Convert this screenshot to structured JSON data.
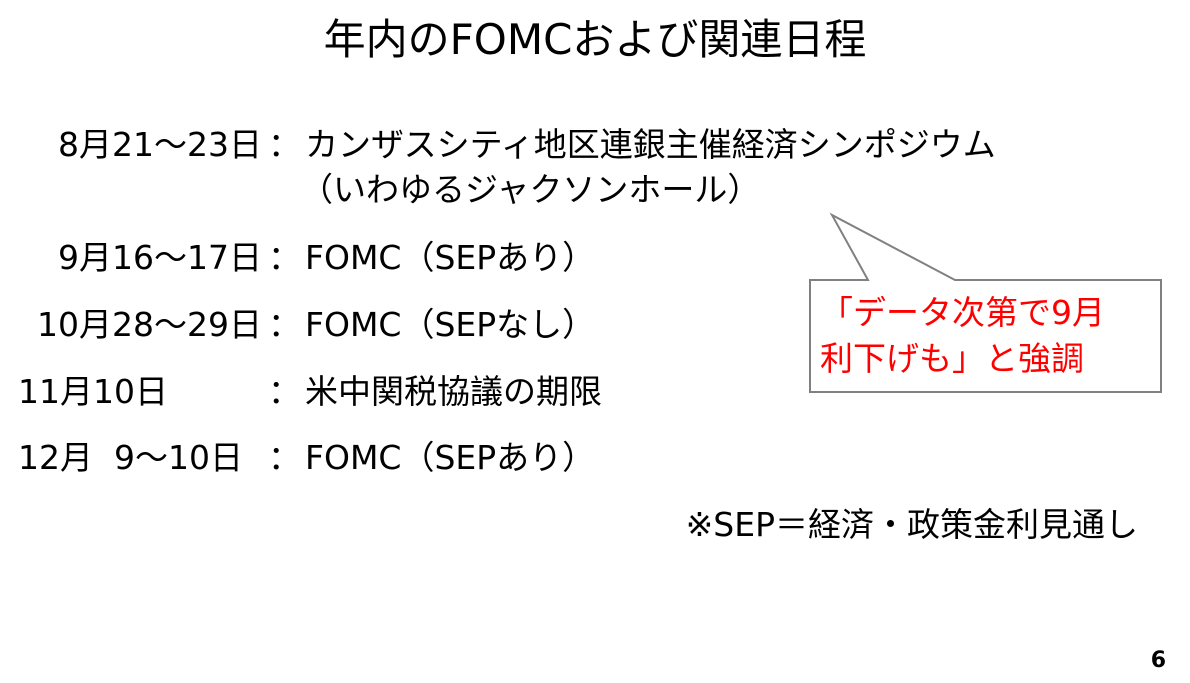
{
  "title": "年内のFOMCおよび関連日程",
  "schedule": [
    {
      "date": "8月21〜23日",
      "colon": "：",
      "content": "カンザスシティ地区連銀主催経済シンポジウム",
      "content2": "（いわゆるジャクソンホール）"
    },
    {
      "date": "9月16〜17日",
      "colon": "：",
      "content": "FOMC（SEPあり）"
    },
    {
      "date": "10月28〜29日",
      "colon": "：",
      "content": "FOMC（SEPなし）"
    },
    {
      "date": "11月10日",
      "colon": "：",
      "content": "米中関税協議の期限"
    },
    {
      "date": "12月  9〜10日",
      "colon": "：",
      "content": "FOMC（SEPあり）"
    }
  ],
  "note": "※SEP＝経済・政策金利見通し",
  "callout": {
    "line1": "「データ次第で9月",
    "line2": "利下げも」と強調",
    "color": "#ff0000"
  },
  "page_number": "6"
}
